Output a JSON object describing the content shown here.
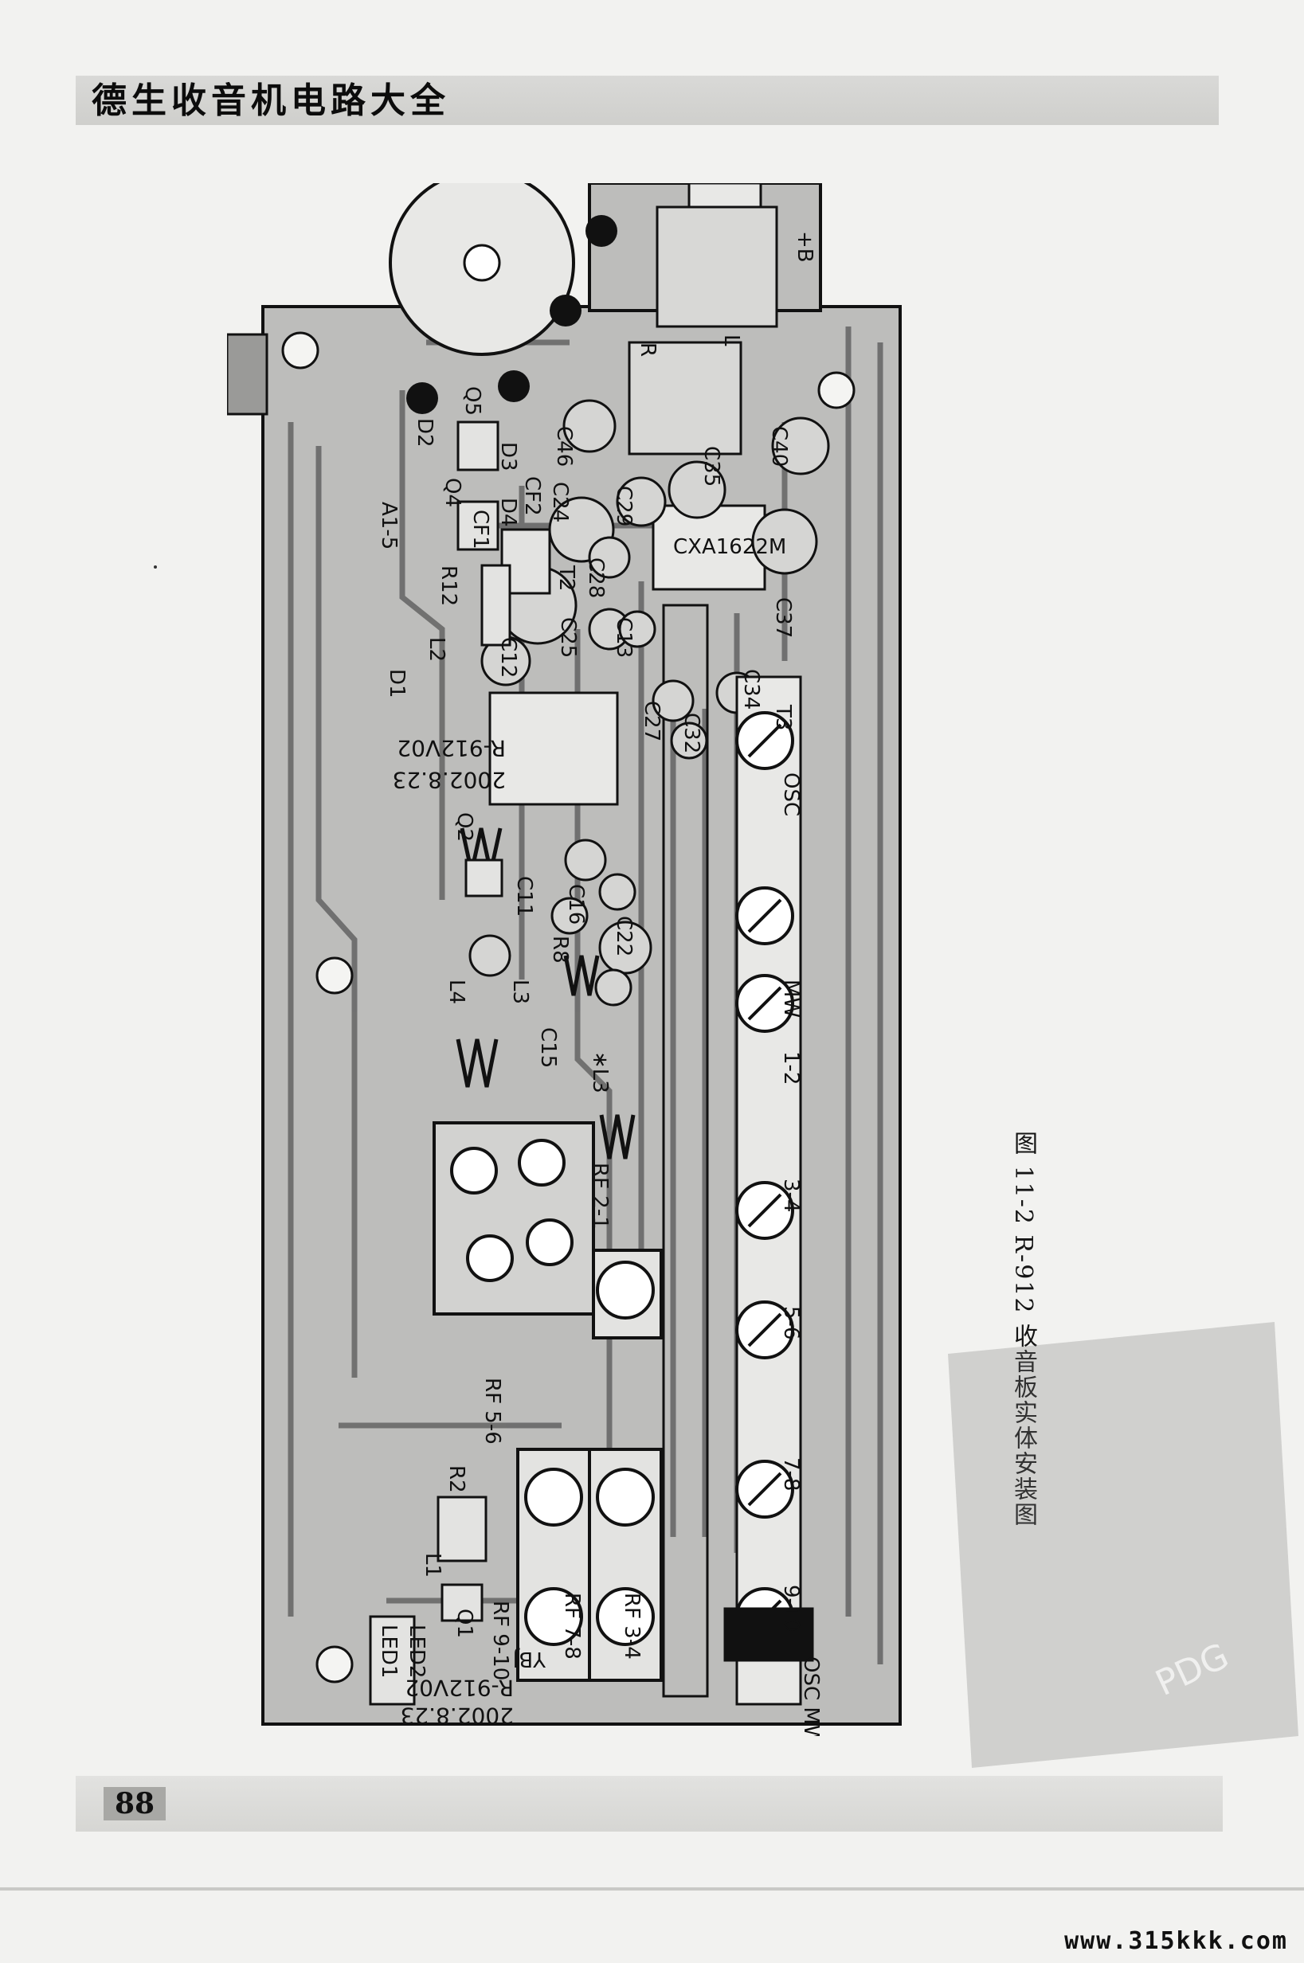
{
  "book": {
    "title": "德生收音机电路大全"
  },
  "page": {
    "number": "88"
  },
  "figure": {
    "caption": "图 11-2  R-912 收音板实体安装图",
    "ic_label": "CXA1622M",
    "board_marks": [
      "R-912V02",
      "2002.8.23"
    ],
    "bottom_marks": [
      "R-912V02",
      "2002.8.23",
      "YBJ"
    ],
    "component_labels": {
      "b_plus": "+B",
      "r": "R",
      "l": "L",
      "q5": "Q5",
      "d2": "D2",
      "c46": "C46",
      "d3": "D3",
      "d4": "D4",
      "cf2": "CF2",
      "c24": "C24",
      "c35": "C35",
      "c40": "C40",
      "q4": "Q4",
      "cf1": "CF1",
      "c29": "C29",
      "c28": "C28",
      "t2": "T2",
      "a1_5": "A1-5",
      "r12": "R12",
      "c25": "C25",
      "c13": "C13",
      "c12": "C12",
      "c37": "C37",
      "c34": "C34",
      "t3": "T3",
      "l2": "L2",
      "d1": "D1",
      "c27": "C27",
      "c32": "C32",
      "q2": "Q2",
      "osc": "OSC",
      "c11": "C11",
      "c16": "C16",
      "c22": "C22",
      "r8": "R8",
      "l4": "L4",
      "mw": "MW",
      "l3": "L3",
      "c15": "C15",
      "l3_star": "∗L3",
      "band_1_2": "1-2",
      "rf_2_1": "RF 2-1",
      "band_3_4": "3-4",
      "band_5_6": "5-6",
      "rf_5_6": "RF 5-6",
      "band_7_8": "7-8",
      "r2": "R2",
      "band_9_10": "9-10",
      "osc_mw": "OSC MW",
      "rf_9_10": "RF 9-10",
      "rf_7_8": "RF 7-8",
      "rf_3_4": "RF 3-4",
      "l1": "L1",
      "q1": "Q1",
      "led1": "LED1",
      "led2": "LED2"
    }
  },
  "watermark": {
    "url": "www.315kkk.com",
    "stamp": "PDG"
  }
}
